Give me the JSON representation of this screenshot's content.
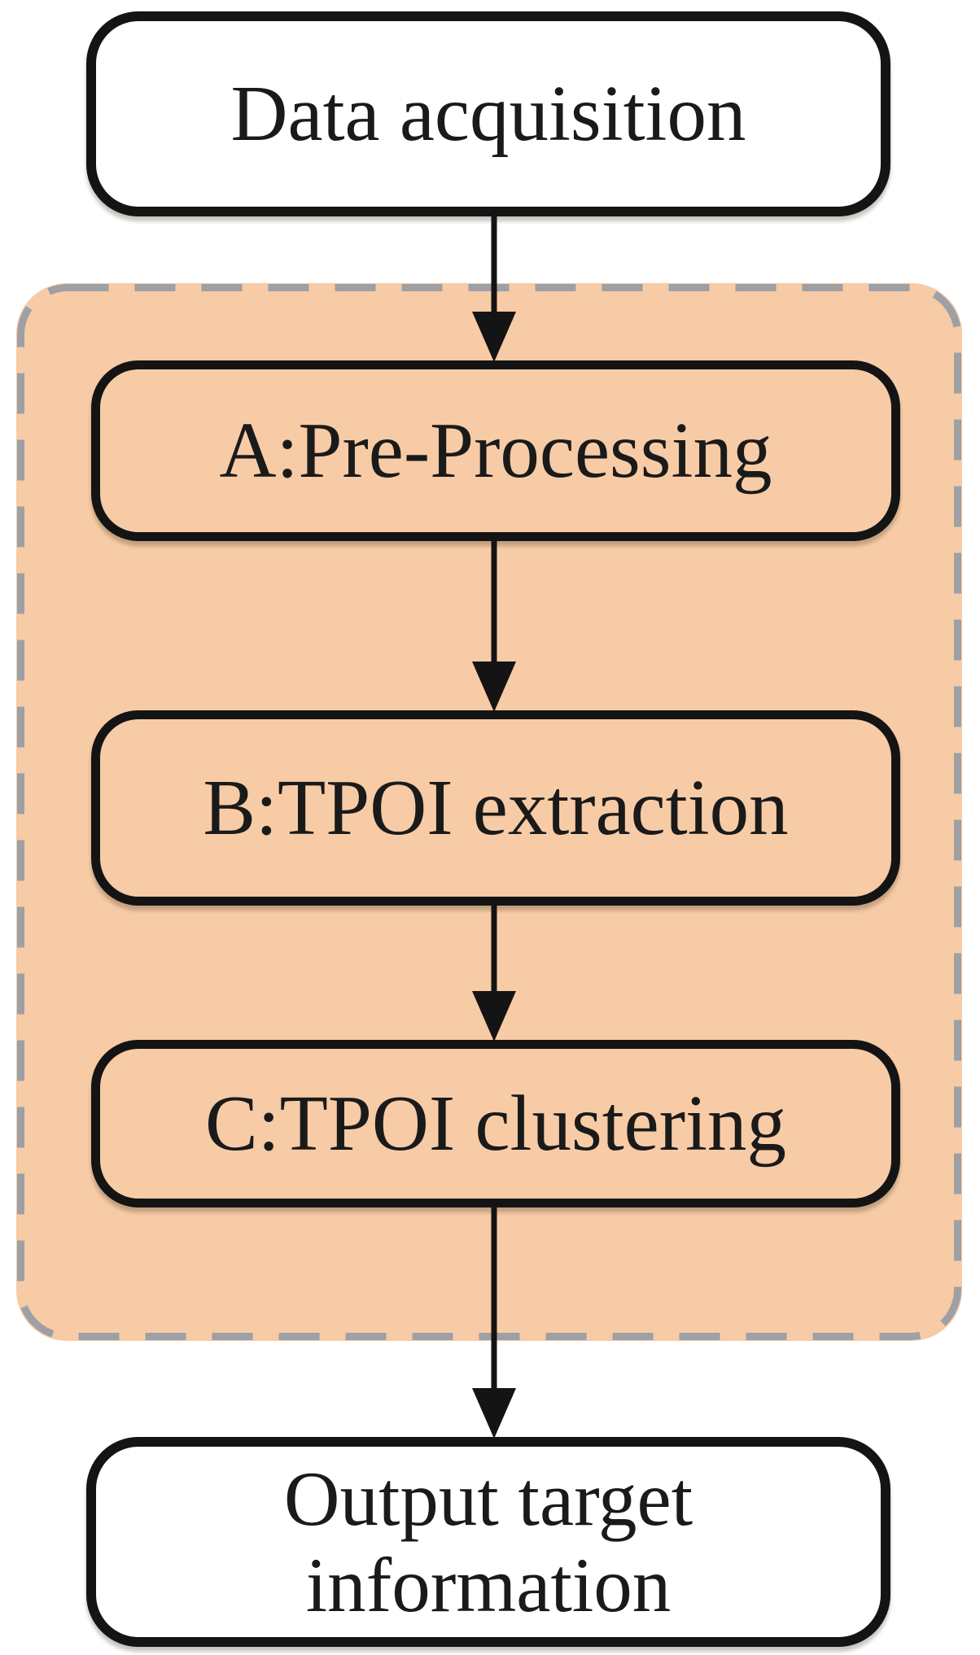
{
  "diagram": {
    "type": "flowchart",
    "direction": "top-down",
    "nodes": [
      {
        "id": "data-acquisition",
        "label": "Data acquisition",
        "shape": "rounded-rectangle",
        "fill": "#FFFFFF",
        "in_group": false
      },
      {
        "id": "pre-processing",
        "label": "A:Pre-Processing",
        "shape": "rounded-rectangle",
        "fill": "#F7CBA6",
        "in_group": true
      },
      {
        "id": "tpoi-extraction",
        "label": "B:TPOI extraction",
        "shape": "rounded-rectangle",
        "fill": "#F7CBA6",
        "in_group": true
      },
      {
        "id": "tpoi-clustering",
        "label": "C:TPOI clustering",
        "shape": "rounded-rectangle",
        "fill": "#F7CBA6",
        "in_group": true
      },
      {
        "id": "output-target-information",
        "label": "Output target information",
        "shape": "rounded-rectangle",
        "fill": "#FFFFFF",
        "in_group": false
      }
    ],
    "edges": [
      {
        "from": "data-acquisition",
        "to": "pre-processing",
        "style": "arrow-down"
      },
      {
        "from": "pre-processing",
        "to": "tpoi-extraction",
        "style": "arrow-down"
      },
      {
        "from": "tpoi-extraction",
        "to": "tpoi-clustering",
        "style": "arrow-down"
      },
      {
        "from": "tpoi-clustering",
        "to": "output-target-information",
        "style": "arrow-down"
      }
    ],
    "group": {
      "border_style": "dashed",
      "contains": [
        "pre-processing",
        "tpoi-extraction",
        "tpoi-clustering"
      ]
    }
  },
  "colors": {
    "group-fill": "#F7CBA6",
    "group-border": "#9DA0A4",
    "node-border": "#141414",
    "text": "#1A1A1A",
    "background": "#FFFFFF"
  }
}
